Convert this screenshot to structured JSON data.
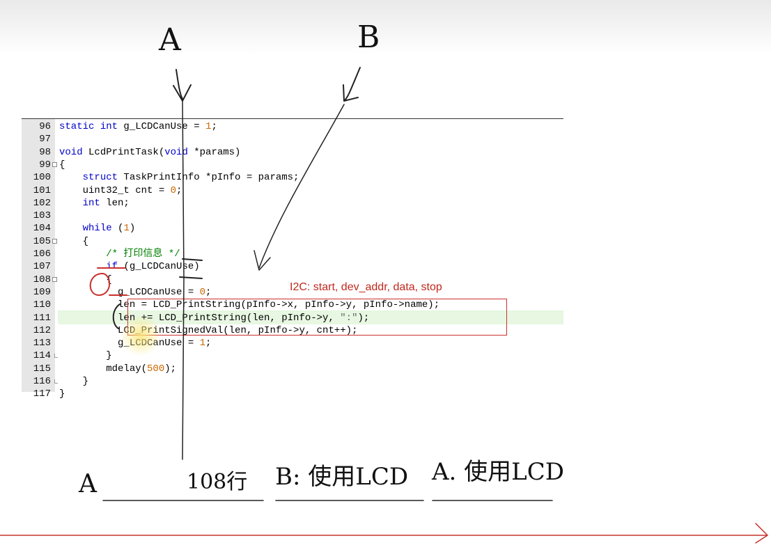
{
  "editor": {
    "lines": [
      {
        "num": "96",
        "tokens": [
          {
            "t": "static ",
            "c": "kw"
          },
          {
            "t": "int ",
            "c": "kw"
          },
          {
            "t": "g_LCDCanUse = "
          },
          {
            "t": "1",
            "c": "num"
          },
          {
            "t": ";"
          }
        ]
      },
      {
        "num": "97",
        "tokens": []
      },
      {
        "num": "98",
        "tokens": [
          {
            "t": "void ",
            "c": "kw"
          },
          {
            "t": "LcdPrintTask("
          },
          {
            "t": "void ",
            "c": "kw"
          },
          {
            "t": "*params)"
          }
        ]
      },
      {
        "num": "99",
        "fold": "open",
        "tokens": [
          {
            "t": "{"
          }
        ]
      },
      {
        "num": "100",
        "tokens": [
          {
            "t": "    "
          },
          {
            "t": "struct ",
            "c": "kw"
          },
          {
            "t": "TaskPrintInfo *pInfo = params;"
          }
        ]
      },
      {
        "num": "101",
        "tokens": [
          {
            "t": "    uint32_t cnt = "
          },
          {
            "t": "0",
            "c": "num"
          },
          {
            "t": ";"
          }
        ]
      },
      {
        "num": "102",
        "tokens": [
          {
            "t": "    "
          },
          {
            "t": "int ",
            "c": "kw"
          },
          {
            "t": "len;"
          }
        ]
      },
      {
        "num": "103",
        "tokens": []
      },
      {
        "num": "104",
        "tokens": [
          {
            "t": "    "
          },
          {
            "t": "while ",
            "c": "kw"
          },
          {
            "t": "("
          },
          {
            "t": "1",
            "c": "num"
          },
          {
            "t": ")"
          }
        ]
      },
      {
        "num": "105",
        "fold": "open",
        "tokens": [
          {
            "t": "    {"
          }
        ]
      },
      {
        "num": "106",
        "tokens": [
          {
            "t": "        "
          },
          {
            "t": "/* 打印信息 */",
            "c": "cm"
          }
        ]
      },
      {
        "num": "107",
        "tokens": [
          {
            "t": "        "
          },
          {
            "t": "if ",
            "c": "kw"
          },
          {
            "t": "(g_LCDCanUse)"
          }
        ]
      },
      {
        "num": "108",
        "fold": "open",
        "tokens": [
          {
            "t": "        {"
          }
        ]
      },
      {
        "num": "109",
        "tokens": [
          {
            "t": "          g_LCDCanUse = "
          },
          {
            "t": "0",
            "c": "num"
          },
          {
            "t": ";"
          }
        ]
      },
      {
        "num": "110",
        "tokens": [
          {
            "t": "          len = LCD_PrintString(pInfo->x, pInfo->y, pInfo->name);"
          }
        ]
      },
      {
        "num": "111",
        "hl": true,
        "tokens": [
          {
            "t": "          len += LCD_PrintString(len, pInfo->y, "
          },
          {
            "t": "\":\"",
            "c": "str"
          },
          {
            "t": ");"
          }
        ]
      },
      {
        "num": "112",
        "tokens": [
          {
            "t": "          LCD_PrintSignedVal(len, pInfo->y, cnt++);"
          }
        ]
      },
      {
        "num": "113",
        "tokens": [
          {
            "t": "          g_LCDCanUse = "
          },
          {
            "t": "1",
            "c": "num"
          },
          {
            "t": ";"
          }
        ]
      },
      {
        "num": "114",
        "fold": "end",
        "tokens": [
          {
            "t": "        }"
          }
        ]
      },
      {
        "num": "115",
        "tokens": [
          {
            "t": "        mdelay("
          },
          {
            "t": "500",
            "c": "num"
          },
          {
            "t": ");"
          }
        ]
      },
      {
        "num": "116",
        "fold": "end",
        "tokens": [
          {
            "t": "    }"
          }
        ]
      },
      {
        "num": "117",
        "tokens": [
          {
            "t": "}"
          }
        ]
      }
    ]
  },
  "annotations": {
    "i2c_note": "I2C:  start, dev_addr, data, stop",
    "label_a_top": "A",
    "label_b_top": "B",
    "answer_prefix": "A",
    "answer1": "108行",
    "answer2": "B: 使用LCD",
    "answer3": "A. 使用LCD"
  },
  "colors": {
    "keyword": "#0000cc",
    "number": "#cc6600",
    "comment": "#008000",
    "highlight": "#e4f6df",
    "annotation_red": "#c9302c"
  }
}
